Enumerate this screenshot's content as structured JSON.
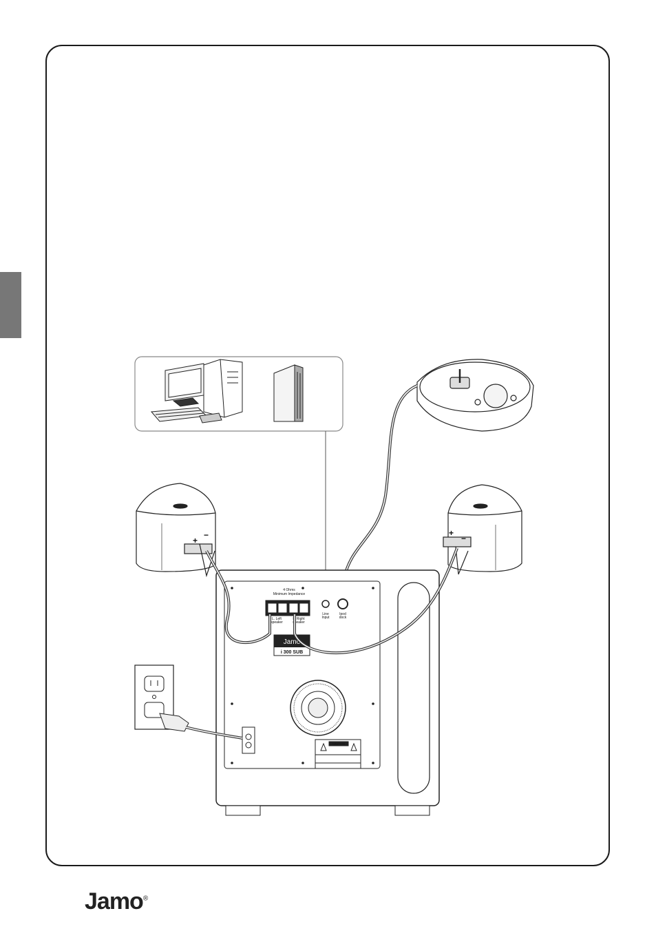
{
  "brand": {
    "logo_text": "Jamo",
    "logo_mark": "®"
  },
  "colors": {
    "side_tab": "#777777",
    "line": "#1a1a1a",
    "cable": "#3a3a3a"
  },
  "subwoofer": {
    "impedance_label_1": "4 Ohms",
    "impedance_label_2": "Minimum Impedance",
    "plus": "+",
    "minus": "-",
    "left_speaker_label_1": "L. Left",
    "left_speaker_label_2": "speaker",
    "right_speaker_label_1": "L. Right",
    "right_speaker_label_2": "speaker",
    "line_input_label_1": "Line",
    "line_input_label_2": "Input",
    "ipod_dock_label_1": "Ipod",
    "ipod_dock_label_2": "dock",
    "plate_brand": "Jamo",
    "plate_model": "i 300 SUB",
    "caution": "CAUTION"
  },
  "satellites": {
    "plus": "+",
    "minus": "−"
  },
  "icons": [
    "computer-icon",
    "cd-player-icon",
    "ipod-dock-icon",
    "wall-outlet-icon",
    "power-plug-icon"
  ]
}
